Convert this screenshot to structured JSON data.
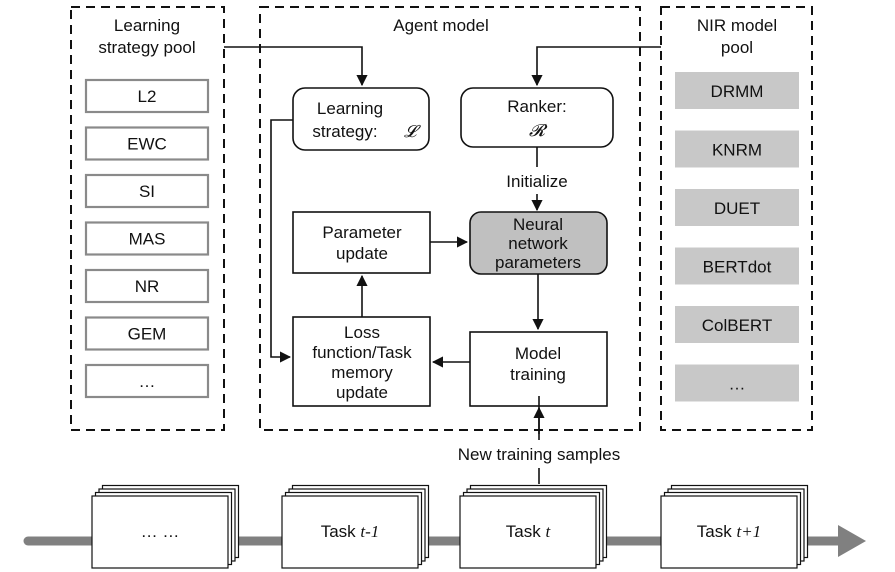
{
  "strategy_pool": {
    "title_line1": "Learning",
    "title_line2": "strategy pool",
    "items": [
      "L2",
      "EWC",
      "SI",
      "MAS",
      "NR",
      "GEM",
      "…"
    ]
  },
  "agent": {
    "title": "Agent model",
    "learning_strategy_line1": "Learning",
    "learning_strategy_line2": "strategy:",
    "learning_strategy_symbol": "𝓛",
    "ranker_line1": "Ranker:",
    "ranker_symbol": "𝓡",
    "initialize": "Initialize",
    "nn_params_line1": "Neural",
    "nn_params_line2": "network",
    "nn_params_line3": "parameters",
    "param_update_line1": "Parameter",
    "param_update_line2": "update",
    "loss_line1": "Loss",
    "loss_line2": "function/Task",
    "loss_line3": "memory",
    "loss_line4": "update",
    "model_training_line1": "Model",
    "model_training_line2": "training"
  },
  "nir_pool": {
    "title_line1": "NIR model",
    "title_line2": "pool",
    "items": [
      "DRMM",
      "KNRM",
      "DUET",
      "BERTdot",
      "ColBERT",
      "…"
    ]
  },
  "timeline": {
    "new_samples": "New training samples",
    "tasks": [
      {
        "prefix": "… …",
        "suffix": ""
      },
      {
        "prefix": "Task ",
        "suffix": "t-1"
      },
      {
        "prefix": "Task ",
        "suffix": "t"
      },
      {
        "prefix": "Task ",
        "suffix": "t+1"
      }
    ]
  },
  "colors": {
    "gray_fill": "#c8c8c8",
    "nn_fill": "#c0c0c0",
    "arrow_gray": "#808080",
    "line": "#111111"
  }
}
